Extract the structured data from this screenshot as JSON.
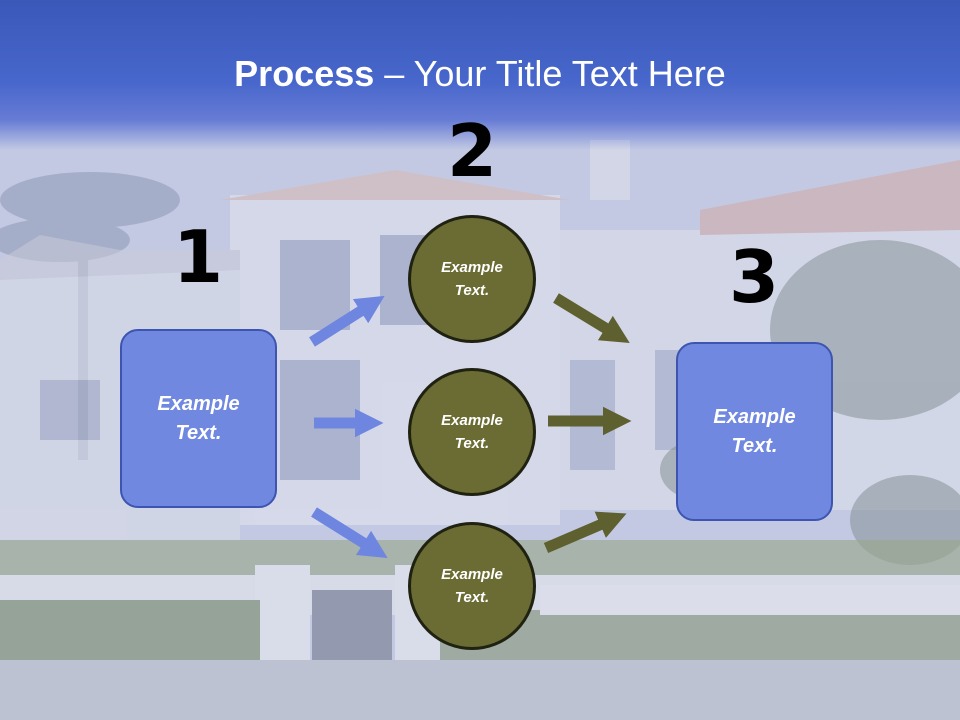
{
  "title": {
    "bold": "Process",
    "rest": " – Your Title Text Here"
  },
  "steps": [
    {
      "number": "1",
      "label": "Example Text."
    },
    {
      "number": "2",
      "items": [
        "Example Text.",
        "Example Text.",
        "Example Text."
      ]
    },
    {
      "number": "3",
      "label": "Example Text."
    }
  ],
  "colors": {
    "title_band": "#4867cc",
    "box_fill": "#7188e0",
    "circle_fill": "#6b6b34",
    "arrow_blue": "#6f86e0",
    "arrow_olive": "#5e6030"
  }
}
